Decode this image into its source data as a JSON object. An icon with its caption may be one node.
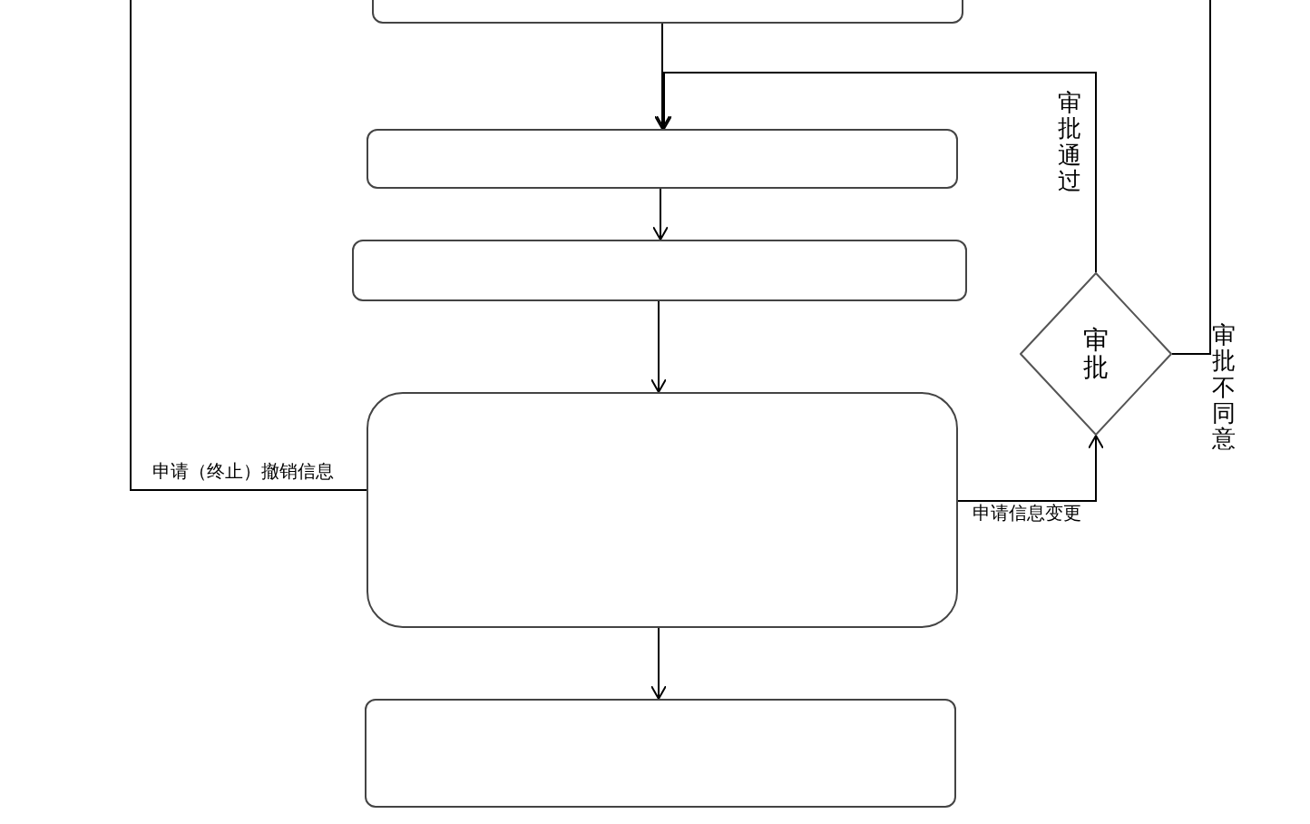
{
  "diagram": {
    "nodes": [
      {
        "text": [],
        "shape": "box"
      },
      {
        "text": [],
        "shape": "box"
      },
      {
        "text": [],
        "shape": "box"
      },
      {
        "text": [],
        "shape": "box"
      },
      {
        "text": [],
        "shape": "box"
      },
      {
        "text": [
          "审批"
        ]
      }
    ],
    "edges": [
      {
        "from": 0,
        "to": 1,
        "arrow": "to"
      },
      {
        "from": 1,
        "to": 2,
        "arrow": "to"
      },
      {
        "from": 2,
        "to": 3,
        "arrow": "to"
      },
      {
        "from": 3,
        "to": 4,
        "arrow": "to"
      },
      {
        "from": 3,
        "to": 5,
        "arrow": "to",
        "label": "申请信息变更"
      },
      {
        "from": 5,
        "to": 1,
        "arrow": "to",
        "label": "审批通过"
      },
      {
        "from": 5,
        "to": null,
        "arrow": "none",
        "label": "审批不同意"
      },
      {
        "from": 3,
        "to": null,
        "arrow": "none",
        "label": "申请（终止）撤销信息"
      }
    ]
  }
}
